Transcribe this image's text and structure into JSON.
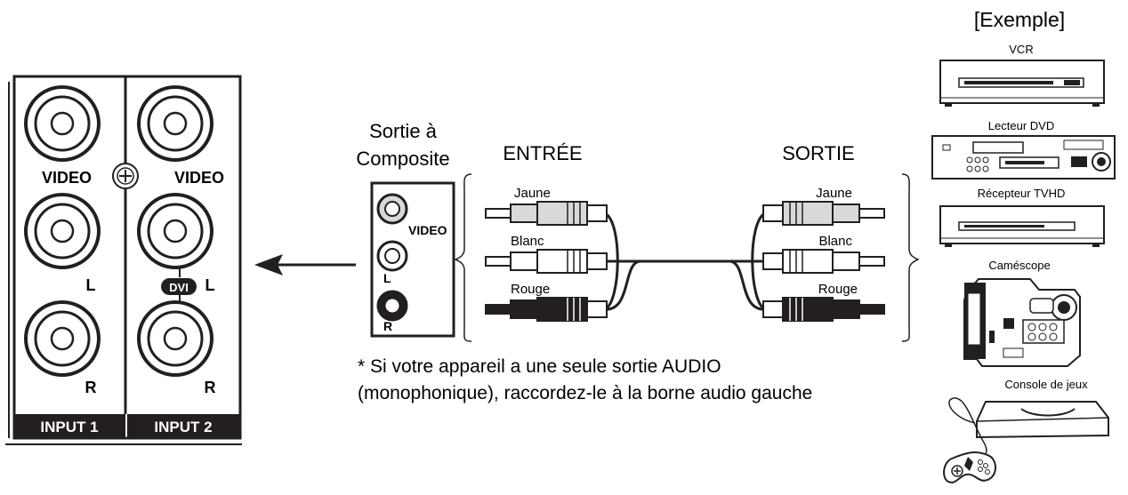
{
  "panel": {
    "video_label": "VIDEO",
    "left_label": "L",
    "right_label": "R",
    "dvi_label": "DVI",
    "input1_label": "INPUT 1",
    "input2_label": "INPUT 2"
  },
  "composite": {
    "title_line1": "Sortie à",
    "title_line2": "Composite",
    "video_label": "VIDEO",
    "left_label": "L",
    "right_label": "R"
  },
  "cable": {
    "input_heading": "ENTRÉE",
    "output_heading": "SORTIE",
    "colors": [
      "Jaune",
      "Blanc",
      "Rouge"
    ]
  },
  "note": {
    "line1": "* Si votre appareil a une seule sortie AUDIO",
    "line2": "(monophonique), raccordez-le à la borne audio gauche"
  },
  "examples": {
    "heading": "[Exemple]",
    "devices": [
      "VCR",
      "Lecteur DVD",
      "Récepteur TVHD",
      "Caméscope",
      "Console de jeux"
    ]
  },
  "palette": {
    "ink": "#231f20",
    "paper": "#ffffff",
    "shade": "#d9d9d9"
  }
}
